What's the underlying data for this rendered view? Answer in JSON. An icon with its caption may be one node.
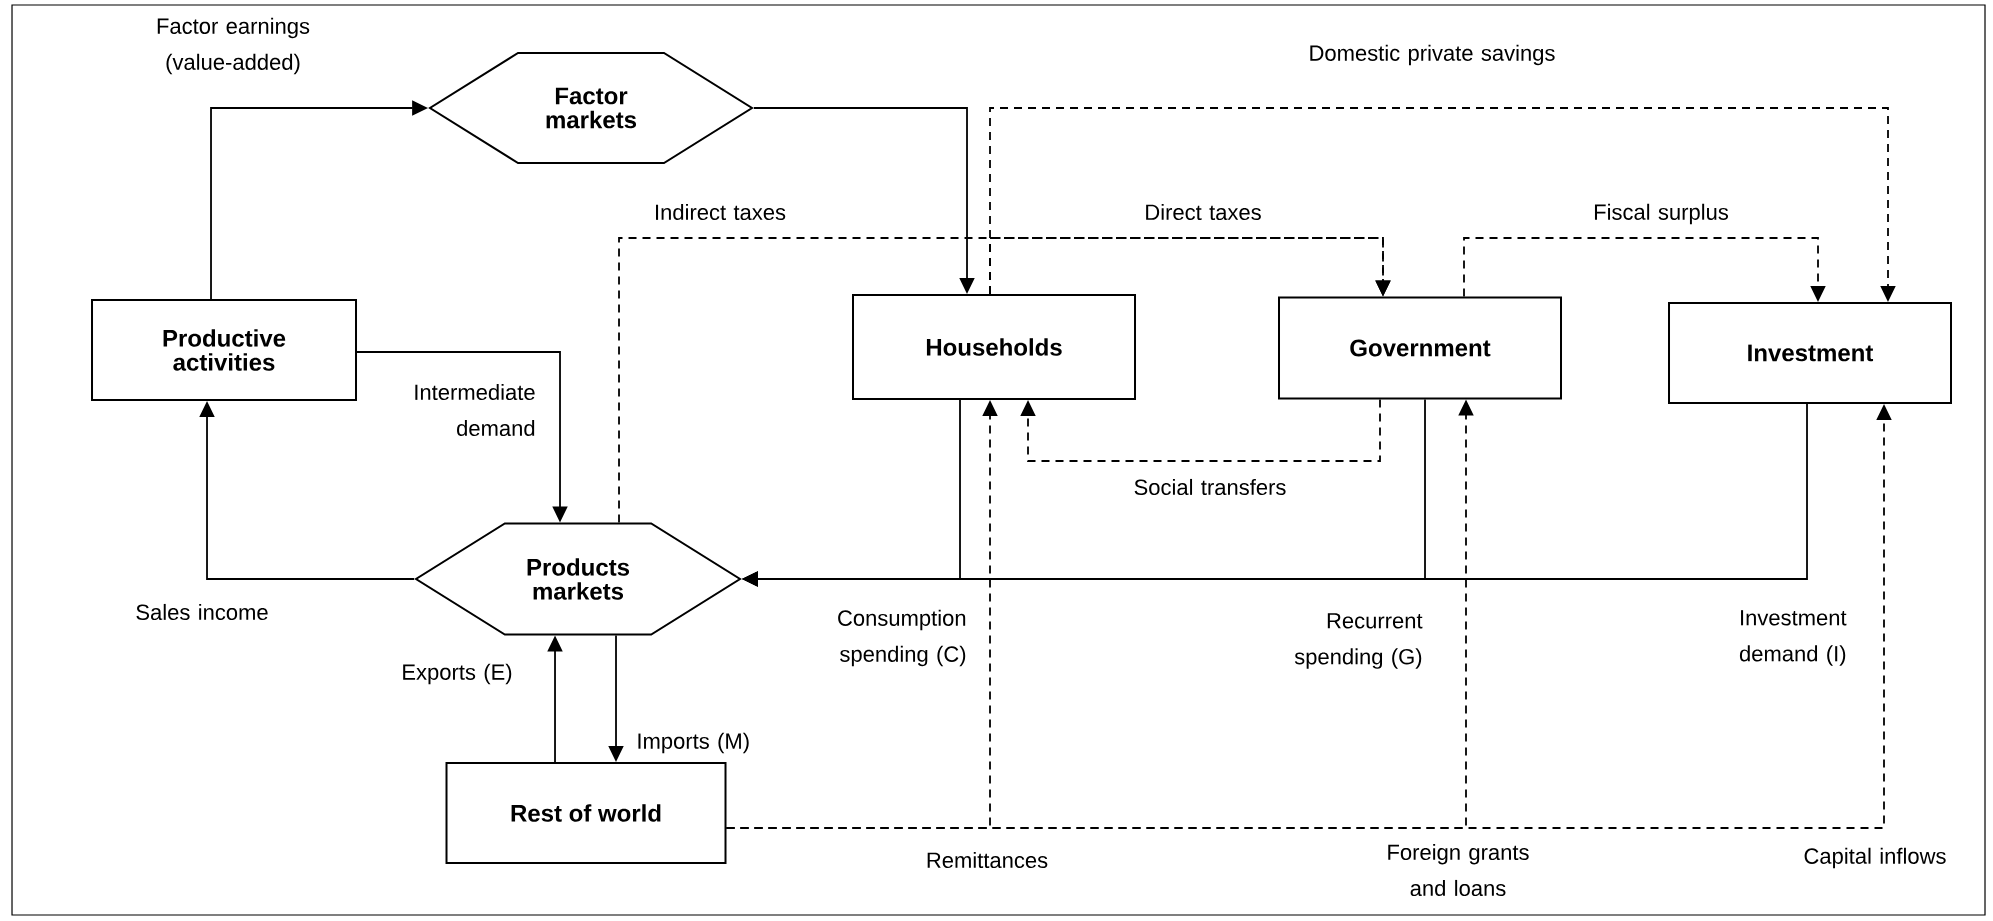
{
  "diagram": {
    "nodes": [
      {
        "text": [
          "Productive activities"
        ]
      },
      {
        "text": [
          "Factor markets"
        ]
      },
      {
        "text": [
          "Households"
        ]
      },
      {
        "text": [
          "Government"
        ]
      },
      {
        "text": [
          "Investment"
        ]
      },
      {
        "text": [
          "Products markets"
        ]
      },
      {
        "text": [
          "Rest of world"
        ]
      }
    ],
    "edges": [
      {
        "from": 0,
        "to": 1,
        "arrow": "to",
        "label": "Factor earnings (value-added)"
      },
      {
        "from": 1,
        "to": 2,
        "arrow": "to"
      },
      {
        "from": 0,
        "to": 5,
        "arrow": "to",
        "label": "Intermediate demand"
      },
      {
        "from": 5,
        "to": 0,
        "arrow": "to",
        "label": "Sales income"
      },
      {
        "from": 5,
        "to": 3,
        "arrow": "to",
        "style": "dashed",
        "label": "Indirect taxes"
      },
      {
        "from": 2,
        "to": 3,
        "arrow": "to",
        "style": "dashed",
        "label": "Direct taxes"
      },
      {
        "from": 2,
        "to": 4,
        "arrow": "to",
        "style": "dashed",
        "label": "Domestic private savings"
      },
      {
        "from": 3,
        "to": 4,
        "arrow": "to",
        "style": "dashed",
        "label": "Fiscal surplus"
      },
      {
        "from": 3,
        "to": 2,
        "arrow": "to",
        "style": "dashed",
        "label": "Social transfers"
      },
      {
        "from": 2,
        "to": 5,
        "arrow": "to",
        "label": "Consumption spending (C)"
      },
      {
        "from": 3,
        "to": 5,
        "arrow": "to",
        "label": "Recurrent spending (G)"
      },
      {
        "from": 4,
        "to": 5,
        "arrow": "to",
        "label": "Investment demand (I)"
      },
      {
        "from": 5,
        "to": 6,
        "arrow": "to",
        "label": "Imports (M)"
      },
      {
        "from": 6,
        "to": 5,
        "arrow": "to",
        "label": "Exports (E)"
      },
      {
        "from": 6,
        "to": 2,
        "arrow": "to",
        "style": "dashed",
        "label": "Remittances"
      },
      {
        "from": 6,
        "to": 3,
        "arrow": "to",
        "style": "dashed",
        "label": "Foreign grants and loans"
      },
      {
        "from": 6,
        "to": 4,
        "arrow": "to",
        "style": "dashed",
        "label": "Capital inflows"
      }
    ]
  }
}
